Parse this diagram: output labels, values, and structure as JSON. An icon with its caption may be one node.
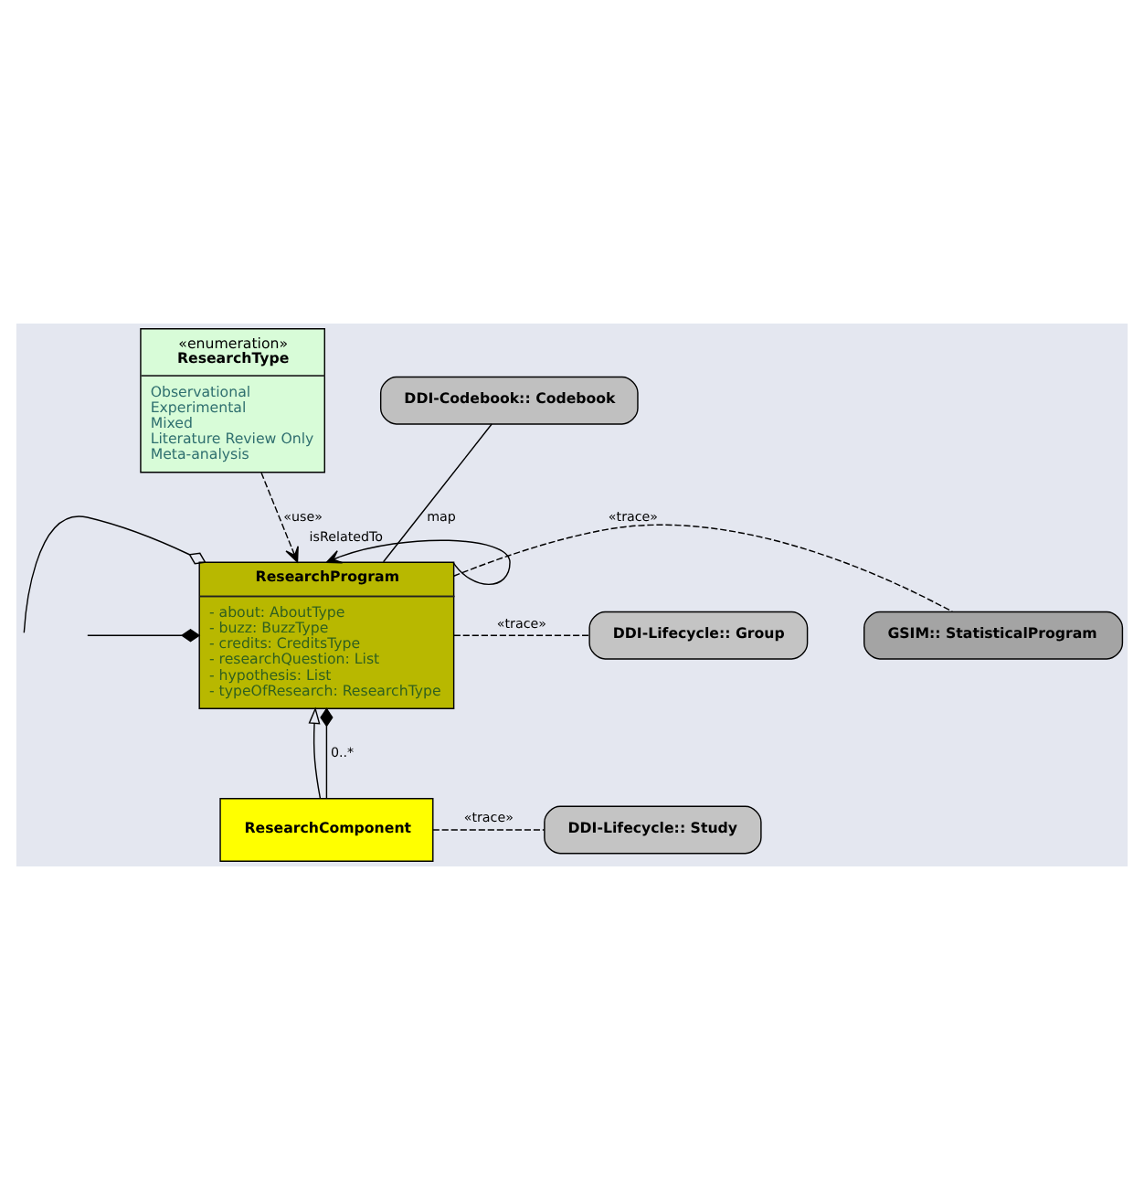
{
  "diagram": {
    "nodes": [
      {
        "text": [
          "«enumeration»",
          "ResearchType",
          "Observational",
          "Experimental",
          "Mixed",
          "Literature Review Only",
          "Meta-analysis"
        ]
      },
      {
        "text": [
          "DDI-Codebook:: Codebook"
        ]
      },
      {
        "text": [
          "ResearchProgram",
          "- about: AboutType",
          "- buzz: BuzzType",
          "- credits: CreditsType",
          "- researchQuestion: List",
          "- hypothesis: List",
          "- typeOfResearch: ResearchType"
        ]
      },
      {
        "text": [
          "GSIM:: StatisticalProgram"
        ]
      },
      {
        "text": [
          "DDI-Lifecycle:: Group"
        ]
      },
      {
        "text": [
          "ResearchComponent"
        ]
      },
      {
        "text": [
          "DDI-Lifecycle:: Study"
        ]
      }
    ],
    "edges": [
      {
        "from": 1,
        "to": 2,
        "arrow": "none",
        "label": "map"
      },
      {
        "from": 2,
        "to": 2,
        "arrow": "to",
        "label": "isRelatedTo"
      },
      {
        "from": 0,
        "to": 2,
        "arrow": "to",
        "label": "«use»",
        "style": "dashed"
      },
      {
        "from": 2,
        "to": 3,
        "arrow": "none",
        "label": "«trace»",
        "style": "dashed"
      },
      {
        "from": 2,
        "to": 4,
        "arrow": "none",
        "label": "«trace»",
        "style": "dashed"
      },
      {
        "from": null,
        "to": 2,
        "arrow": "other"
      },
      {
        "from": null,
        "to": 2,
        "arrow": "other"
      },
      {
        "from": 5,
        "to": 2,
        "arrow": "to"
      },
      {
        "from": 5,
        "to": 2,
        "arrow": "other",
        "label": "0..*"
      },
      {
        "from": 5,
        "to": 6,
        "arrow": "none",
        "label": "«trace»",
        "style": "dashed"
      }
    ]
  }
}
